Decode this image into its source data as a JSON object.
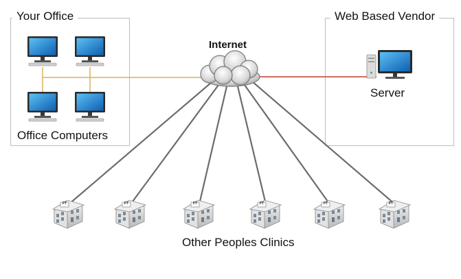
{
  "office": {
    "title": "Your Office",
    "computers_label": "Office Computers",
    "computer_icons": [
      "desktop-computer-icon",
      "desktop-computer-icon",
      "desktop-computer-icon",
      "desktop-computer-icon"
    ]
  },
  "vendor": {
    "title": "Web Based Vendor",
    "server_label": "Server",
    "server_icon": "server-computer-icon"
  },
  "internet": {
    "label": "Internet",
    "icon": "cloud-icon"
  },
  "clinics": {
    "label": "Other Peoples Clinics",
    "icon": "clinic-building-icon",
    "sign_text": "PT",
    "count": 6
  },
  "colors": {
    "office_link": "#d4b25a",
    "vendor_link": "#c0392b",
    "clinic_link": "#6b6b6b",
    "panel_border": "#bdbdbd",
    "screen_blue": "#1e88d8"
  }
}
